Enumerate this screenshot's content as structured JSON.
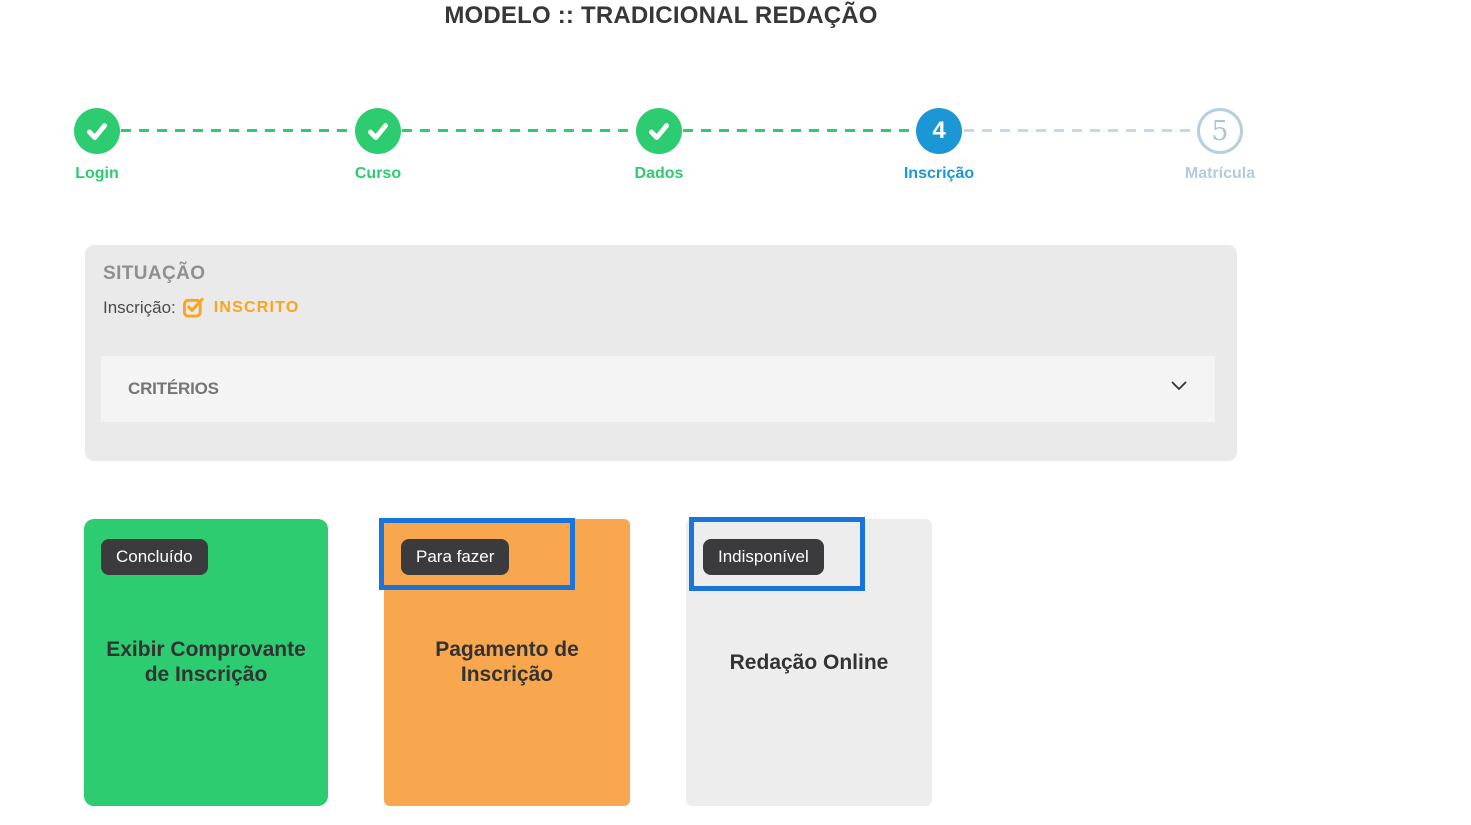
{
  "title": "MODELO :: TRADICIONAL REDAÇÃO",
  "stepper": {
    "steps": [
      {
        "label": "Login",
        "state": "completed",
        "icon": "check-icon"
      },
      {
        "label": "Curso",
        "state": "completed",
        "icon": "check-icon"
      },
      {
        "label": "Dados",
        "state": "completed",
        "icon": "check-icon"
      },
      {
        "label": "Inscrição",
        "state": "active",
        "number": "4"
      },
      {
        "label": "Matrícula",
        "state": "pending",
        "number": "5"
      }
    ]
  },
  "situation": {
    "heading": "SITUAÇÃO",
    "field_label": "Inscrição:",
    "status_icon": "check-square-icon",
    "status_value": "INSCRITO",
    "accordion": {
      "label": "CRITÉRIOS",
      "chevron_icon": "chevron-down-icon",
      "expanded": false
    }
  },
  "cards": [
    {
      "badge": "Concluído",
      "title": "Exibir Comprovante de Inscrição",
      "state": "completed",
      "highlighted": false
    },
    {
      "badge": "Para fazer",
      "title": "Pagamento de Inscrição",
      "state": "todo",
      "highlighted": true
    },
    {
      "badge": "Indisponível",
      "title": "Redação Online",
      "state": "unavailable",
      "highlighted": true
    }
  ],
  "colors": {
    "success_green": "#2ecc71",
    "active_blue": "#1b97d5",
    "pending_light_blue": "#b6cfdf",
    "card_orange": "#f9a74e",
    "status_orange": "#fba41c",
    "badge_dark": "#3b3b3d",
    "highlight_blue": "#1a75db",
    "panel_gray": "#eaeaea",
    "accordion_bar_gray": "#f4f4f4",
    "card_gray": "#ededed"
  }
}
